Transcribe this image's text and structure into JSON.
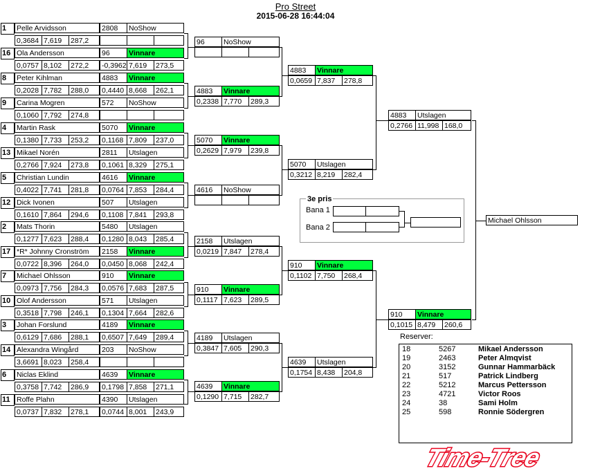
{
  "header": {
    "title": "Pro Street",
    "datetime": "2015-06-28 16:44:04"
  },
  "round1": [
    {
      "seed": "1",
      "name": "Pelle Arvidsson",
      "q1": "0,3684",
      "q2": "7,619",
      "q3": "287,2",
      "num": "2808",
      "result": "NoShow",
      "r1": "",
      "r2": "",
      "r3": "",
      "winner": false
    },
    {
      "seed": "16",
      "name": "Ola Andersson",
      "q1": "0,0757",
      "q2": "8,102",
      "q3": "272,2",
      "num": "96",
      "result": "Vinnare",
      "r1": "-0,3962",
      "r2": "7,619",
      "r3": "273,5",
      "winner": true
    },
    {
      "seed": "8",
      "name": "Peter Kihlman",
      "q1": "0,2028",
      "q2": "7,782",
      "q3": "288,0",
      "num": "4883",
      "result": "Vinnare",
      "r1": "0,4440",
      "r2": "8,668",
      "r3": "262,1",
      "winner": true
    },
    {
      "seed": "9",
      "name": "Carina Mogren",
      "q1": "0,1060",
      "q2": "7,792",
      "q3": "274,8",
      "num": "572",
      "result": "NoShow",
      "r1": "",
      "r2": "",
      "r3": "",
      "winner": false
    },
    {
      "seed": "4",
      "name": "Martin Rask",
      "q1": "0,1380",
      "q2": "7,733",
      "q3": "253,2",
      "num": "5070",
      "result": "Vinnare",
      "r1": "0,1168",
      "r2": "7,809",
      "r3": "237,0",
      "winner": true
    },
    {
      "seed": "13",
      "name": "Mikael Norén",
      "q1": "0,2766",
      "q2": "7,924",
      "q3": "273,8",
      "num": "2811",
      "result": "Utslagen",
      "r1": "0,1061",
      "r2": "8,329",
      "r3": "275,1",
      "winner": false
    },
    {
      "seed": "5",
      "name": "Christian Lundin",
      "q1": "0,4022",
      "q2": "7,741",
      "q3": "281,8",
      "num": "4616",
      "result": "Vinnare",
      "r1": "0,0764",
      "r2": "7,853",
      "r3": "284,4",
      "winner": true
    },
    {
      "seed": "12",
      "name": "Dick Ivonen",
      "q1": "0,1610",
      "q2": "7,864",
      "q3": "294,6",
      "num": "507",
      "result": "Utslagen",
      "r1": "0,1108",
      "r2": "7,841",
      "r3": "293,8",
      "winner": false
    },
    {
      "seed": "2",
      "name": "Mats Thorin",
      "q1": "0,1277",
      "q2": "7,623",
      "q3": "288,4",
      "num": "5480",
      "result": "Utslagen",
      "r1": "0,1280",
      "r2": "8,043",
      "r3": "285,4",
      "winner": false
    },
    {
      "seed": "17",
      "name": "*R* Johnny Cronström",
      "q1": "0,0722",
      "q2": "8,396",
      "q3": "264,0",
      "num": "2158",
      "result": "Vinnare",
      "r1": "0,0450",
      "r2": "8,068",
      "r3": "242,4",
      "winner": true
    },
    {
      "seed": "7",
      "name": "Michael Ohlsson",
      "q1": "0,0973",
      "q2": "7,756",
      "q3": "284,3",
      "num": "910",
      "result": "Vinnare",
      "r1": "0,0576",
      "r2": "7,683",
      "r3": "287,5",
      "winner": true
    },
    {
      "seed": "10",
      "name": "Olof Andersson",
      "q1": "0,3518",
      "q2": "7,798",
      "q3": "246,1",
      "num": "571",
      "result": "Utslagen",
      "r1": "0,1304",
      "r2": "7,664",
      "r3": "282,6",
      "winner": false
    },
    {
      "seed": "3",
      "name": "Johan Forslund",
      "q1": "0,6129",
      "q2": "7,686",
      "q3": "288,1",
      "num": "4189",
      "result": "Vinnare",
      "r1": "0,6507",
      "r2": "7,649",
      "r3": "289,4",
      "winner": true
    },
    {
      "seed": "14",
      "name": "Alexandra Wingård",
      "q1": "3,6691",
      "q2": "8,023",
      "q3": "258,4",
      "num": "203",
      "result": "NoShow",
      "r1": "",
      "r2": "",
      "r3": "",
      "winner": false
    },
    {
      "seed": "6",
      "name": "Niclas Eklind",
      "q1": "0,3758",
      "q2": "7,742",
      "q3": "286,9",
      "num": "4639",
      "result": "Vinnare",
      "r1": "0,1798",
      "r2": "7,858",
      "r3": "271,1",
      "winner": true
    },
    {
      "seed": "11",
      "name": "Roffe  Plahn",
      "q1": "0,0737",
      "q2": "7,832",
      "q3": "278,1",
      "num": "4390",
      "result": "Utslagen",
      "r1": "0,0744",
      "r2": "8,001",
      "r3": "243,9",
      "winner": false
    }
  ],
  "round2": [
    {
      "num": "96",
      "result": "NoShow",
      "r1": "",
      "r2": "",
      "r3": "",
      "winner": false
    },
    {
      "num": "4883",
      "result": "Vinnare",
      "r1": "0,2338",
      "r2": "7,770",
      "r3": "289,3",
      "winner": true
    },
    {
      "num": "5070",
      "result": "Vinnare",
      "r1": "0,2629",
      "r2": "7,979",
      "r3": "239,8",
      "winner": true
    },
    {
      "num": "4616",
      "result": "NoShow",
      "r1": "",
      "r2": "",
      "r3": "",
      "winner": false
    },
    {
      "num": "2158",
      "result": "Utslagen",
      "r1": "0,0219",
      "r2": "7,847",
      "r3": "278,4",
      "winner": false
    },
    {
      "num": "910",
      "result": "Vinnare",
      "r1": "0,1117",
      "r2": "7,623",
      "r3": "289,5",
      "winner": true
    },
    {
      "num": "4189",
      "result": "Utslagen",
      "r1": "0,3847",
      "r2": "7,605",
      "r3": "290,3",
      "winner": false
    },
    {
      "num": "4639",
      "result": "Vinnare",
      "r1": "0,1290",
      "r2": "7,715",
      "r3": "282,7",
      "winner": true
    }
  ],
  "round3": [
    {
      "num": "4883",
      "result": "Vinnare",
      "r1": "0,0659",
      "r2": "7,837",
      "r3": "278,8",
      "winner": true
    },
    {
      "num": "5070",
      "result": "Utslagen",
      "r1": "0,3212",
      "r2": "8,219",
      "r3": "282,4",
      "winner": false
    },
    {
      "num": "910",
      "result": "Vinnare",
      "r1": "0,1102",
      "r2": "7,750",
      "r3": "268,4",
      "winner": true
    },
    {
      "num": "4639",
      "result": "Utslagen",
      "r1": "0,1754",
      "r2": "8,438",
      "r3": "204,8",
      "winner": false
    }
  ],
  "round4": [
    {
      "num": "4883",
      "result": "Utslagen",
      "r1": "0,2766",
      "r2": "11,998",
      "r3": "168,0",
      "winner": false
    },
    {
      "num": "910",
      "result": "Vinnare",
      "r1": "0,1015",
      "r2": "8,479",
      "r3": "260,6",
      "winner": true
    }
  ],
  "champion": "Michael Ohlsson",
  "third_place": {
    "title": "3e pris",
    "lane1": "Bana 1",
    "lane2": "Bana 2"
  },
  "reserves": {
    "label": "Reserver:",
    "items": [
      {
        "seed": "18",
        "num": "5267",
        "name": "Mikael Andersson"
      },
      {
        "seed": "19",
        "num": "2463",
        "name": "Peter Almqvist"
      },
      {
        "seed": "20",
        "num": "3152",
        "name": "Gunnar Hammarbäck"
      },
      {
        "seed": "21",
        "num": "517",
        "name": "Patrick Lindberg"
      },
      {
        "seed": "22",
        "num": "5212",
        "name": "Marcus  Pettersson"
      },
      {
        "seed": "23",
        "num": "4721",
        "name": "Victor Roos"
      },
      {
        "seed": "24",
        "num": "38",
        "name": "Sami  Holm"
      },
      {
        "seed": "25",
        "num": "598",
        "name": "Ronnie Södergren"
      }
    ]
  },
  "logo": {
    "text": "Time-Tree",
    "color": "#e8001c"
  },
  "colors": {
    "winner": "#00ff3c"
  }
}
